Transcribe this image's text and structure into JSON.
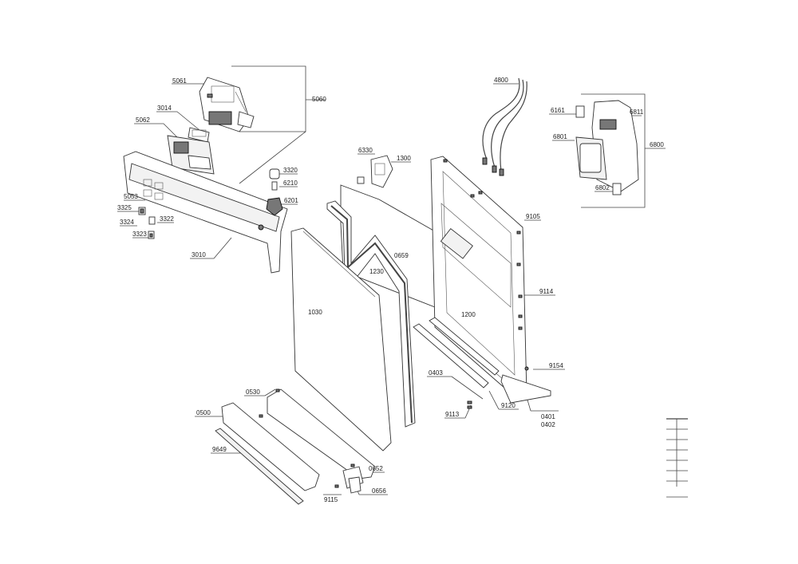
{
  "labels": {
    "l5061": "5061",
    "l5060": "5060",
    "l3014": "3014",
    "l5062": "5062",
    "l3320": "3320",
    "l6210": "6210",
    "l6201": "6201",
    "l5053": "5053",
    "l3325": "3325",
    "l3324": "3324",
    "l3322": "3322",
    "l3323": "3323",
    "l3010": "3010",
    "l6330": "6330",
    "l1300": "1300",
    "l4800": "4800",
    "l6161": "6161",
    "l6811": "6811",
    "l6801": "6801",
    "l6800": "6800",
    "l6802": "6802",
    "l9105": "9105",
    "l0659": "0659",
    "l1230": "1230",
    "l1030": "1030",
    "l9114": "9114",
    "l1200": "1200",
    "l9154": "9154",
    "l0403": "0403",
    "l0530": "0530",
    "l0500": "0500",
    "l9113": "9113",
    "l9120": "9120",
    "l0401": "0401",
    "l0402": "0402",
    "l9649": "9649",
    "l0652": "0652",
    "l9115": "9115",
    "l0656": "0656"
  }
}
